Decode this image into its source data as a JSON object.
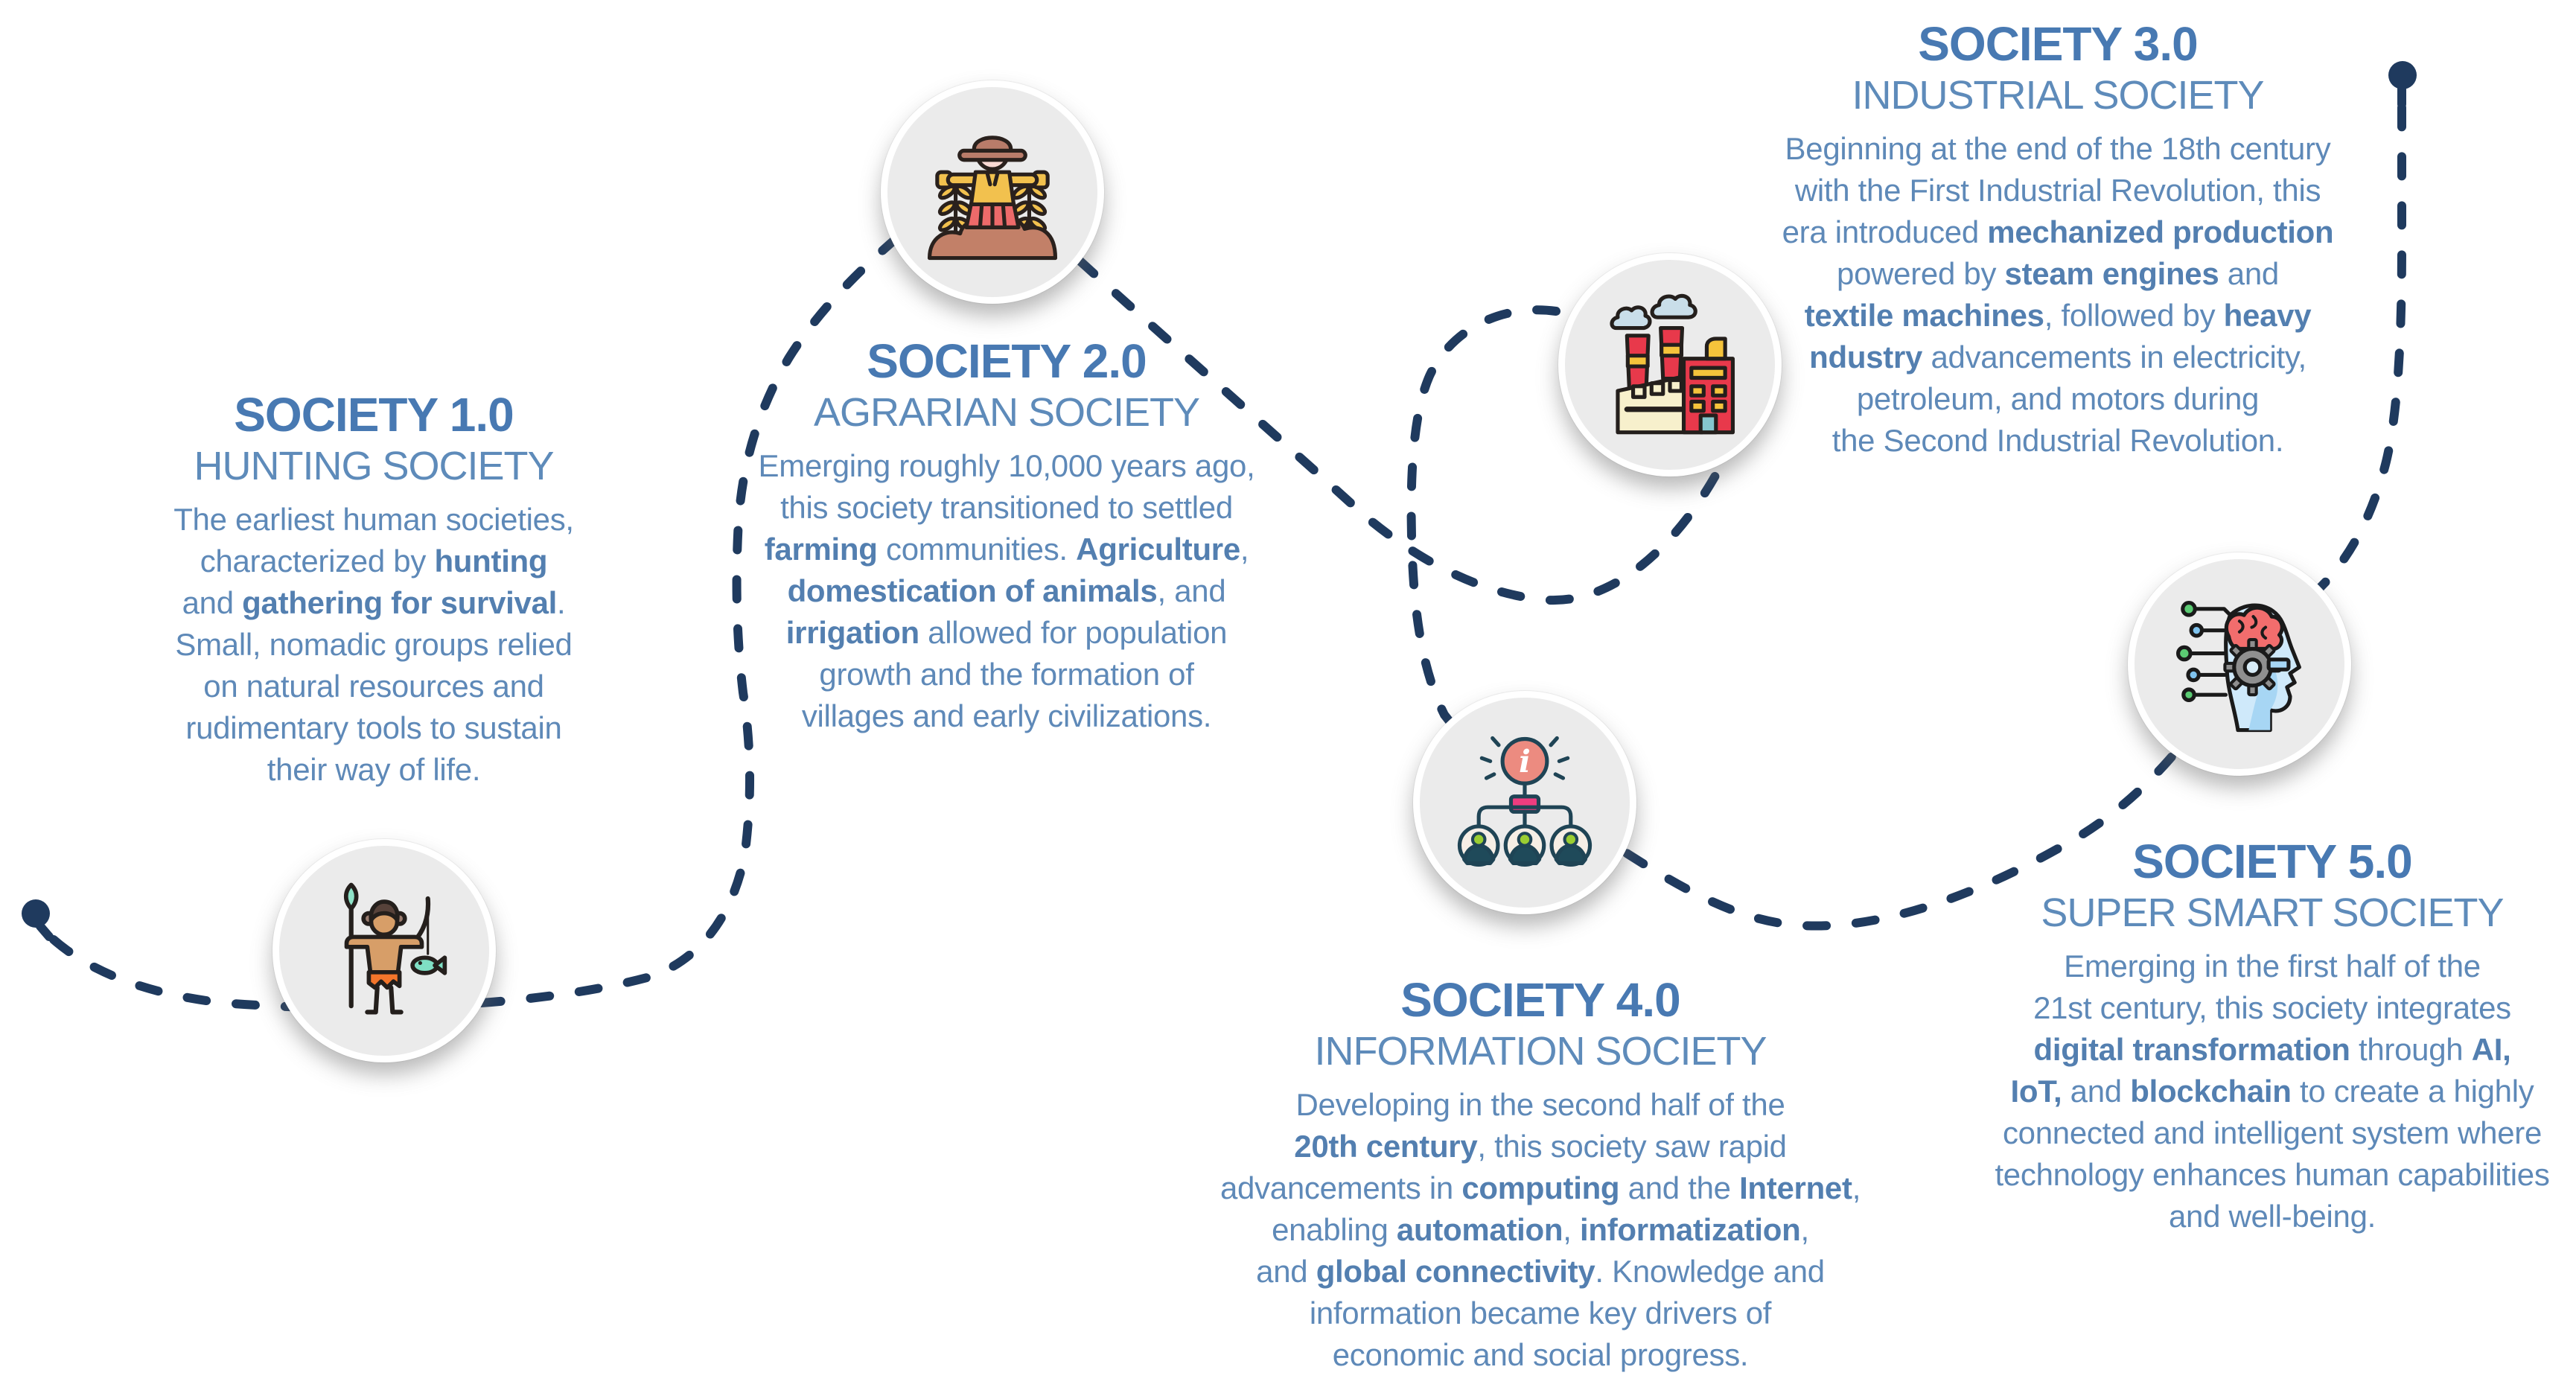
{
  "palette": {
    "background": "#ffffff",
    "dash_navy": "#1f3a5e",
    "title_blue": "#4879b2",
    "subtitle_blue": "#5e8bba",
    "body_blue": "#5e89b8",
    "node_fill": "#ebebeb",
    "node_ring": "#ffffff",
    "icon_teal": "#7fdfc4",
    "icon_skin": "#d79e68",
    "icon_orange": "#f3752b",
    "icon_wheat_yellow": "#f2c14e",
    "icon_skirt_red": "#ed6a6a",
    "icon_factory_red": "#e8394b",
    "icon_window_yellow": "#f5c33b",
    "icon_smoke_blue": "#c9dee9",
    "icon_info_salmon": "#ec8b80",
    "icon_hub_pink": "#ee3d7f",
    "icon_person_teal": "#1f4a5a",
    "icon_head_green": "#9bce32",
    "icon_brain_red": "#f26d6d",
    "icon_face_blue": "#cfe9fa",
    "icon_gear_gray": "#8f8f8f"
  },
  "timeline": {
    "style": "dashed",
    "start_marker": "filled-dot",
    "end_marker": "filled-dot"
  },
  "info_icon_letter": "i",
  "sections": [
    {
      "id": "society-1",
      "title": "SOCIETY 1.0",
      "subtitle": "HUNTING SOCIETY",
      "icon": "hunter-icon",
      "body": [
        [
          {
            "t": "The earliest human societies,"
          }
        ],
        [
          {
            "t": "characterized by "
          },
          {
            "t": "hunting",
            "b": true
          }
        ],
        [
          {
            "t": "and "
          },
          {
            "t": "gathering for survival",
            "b": true
          },
          {
            "t": "."
          }
        ],
        [
          {
            "t": "Small, nomadic groups relied"
          }
        ],
        [
          {
            "t": "on natural resources and"
          }
        ],
        [
          {
            "t": "rudimentary tools to sustain"
          }
        ],
        [
          {
            "t": "their way of life."
          }
        ]
      ]
    },
    {
      "id": "society-2",
      "title": "SOCIETY 2.0",
      "subtitle": "AGRARIAN SOCIETY",
      "icon": "scarecrow-icon",
      "body": [
        [
          {
            "t": "Emerging roughly 10,000 years ago,"
          }
        ],
        [
          {
            "t": "this society transitioned to settled"
          }
        ],
        [
          {
            "t": "farming",
            "b": true
          },
          {
            "t": " communities. "
          },
          {
            "t": "Agriculture",
            "b": true
          },
          {
            "t": ","
          }
        ],
        [
          {
            "t": "domestication of animals",
            "b": true
          },
          {
            "t": ", and"
          }
        ],
        [
          {
            "t": "irrigation",
            "b": true
          },
          {
            "t": " allowed for population"
          }
        ],
        [
          {
            "t": "growth and the formation of"
          }
        ],
        [
          {
            "t": "villages and early civilizations."
          }
        ]
      ]
    },
    {
      "id": "society-3",
      "title": "SOCIETY 3.0",
      "subtitle": "INDUSTRIAL SOCIETY",
      "icon": "factory-icon",
      "body": [
        [
          {
            "t": "Beginning at the end of the 18th century"
          }
        ],
        [
          {
            "t": "with the First Industrial Revolution, this"
          }
        ],
        [
          {
            "t": "era introduced "
          },
          {
            "t": "mechanized production",
            "b": true
          }
        ],
        [
          {
            "t": "powered by "
          },
          {
            "t": "steam engines",
            "b": true
          },
          {
            "t": " and"
          }
        ],
        [
          {
            "t": "textile machines",
            "b": true
          },
          {
            "t": ", followed by "
          },
          {
            "t": "heavy",
            "b": true
          }
        ],
        [
          {
            "t": "ndustry",
            "b": true
          },
          {
            "t": " advancements in electricity,"
          }
        ],
        [
          {
            "t": "petroleum, and motors during"
          }
        ],
        [
          {
            "t": "the Second Industrial Revolution."
          }
        ]
      ]
    },
    {
      "id": "society-4",
      "title": "SOCIETY 4.0",
      "subtitle": "INFORMATION SOCIETY",
      "icon": "information-network-icon",
      "body": [
        [
          {
            "t": "Developing in the second half of the"
          }
        ],
        [
          {
            "t": "20th century",
            "b": true
          },
          {
            "t": ", this society saw rapid"
          }
        ],
        [
          {
            "t": "advancements in "
          },
          {
            "t": "computing",
            "b": true
          },
          {
            "t": " and the "
          },
          {
            "t": "Internet",
            "b": true
          },
          {
            "t": ","
          }
        ],
        [
          {
            "t": "enabling "
          },
          {
            "t": "automation",
            "b": true
          },
          {
            "t": ", "
          },
          {
            "t": "informatization",
            "b": true
          },
          {
            "t": ","
          }
        ],
        [
          {
            "t": "and "
          },
          {
            "t": "global connectivity",
            "b": true
          },
          {
            "t": ". Knowledge and"
          }
        ],
        [
          {
            "t": "information became key drivers of"
          }
        ],
        [
          {
            "t": "economic and social progress."
          }
        ]
      ]
    },
    {
      "id": "society-5",
      "title": "SOCIETY 5.0",
      "subtitle": "SUPER SMART SOCIETY",
      "icon": "ai-head-icon",
      "body": [
        [
          {
            "t": "Emerging in the first half of the"
          }
        ],
        [
          {
            "t": "21st century, this society integrates"
          }
        ],
        [
          {
            "t": "digital transformation",
            "b": true
          },
          {
            "t": " through "
          },
          {
            "t": "AI,",
            "b": true
          }
        ],
        [
          {
            "t": "IoT,",
            "b": true
          },
          {
            "t": " and "
          },
          {
            "t": "blockchain",
            "b": true
          },
          {
            "t": " to create a highly"
          }
        ],
        [
          {
            "t": "connected and intelligent system where"
          }
        ],
        [
          {
            "t": "technology enhances human capabilities"
          }
        ],
        [
          {
            "t": "and well-being."
          }
        ]
      ]
    }
  ]
}
